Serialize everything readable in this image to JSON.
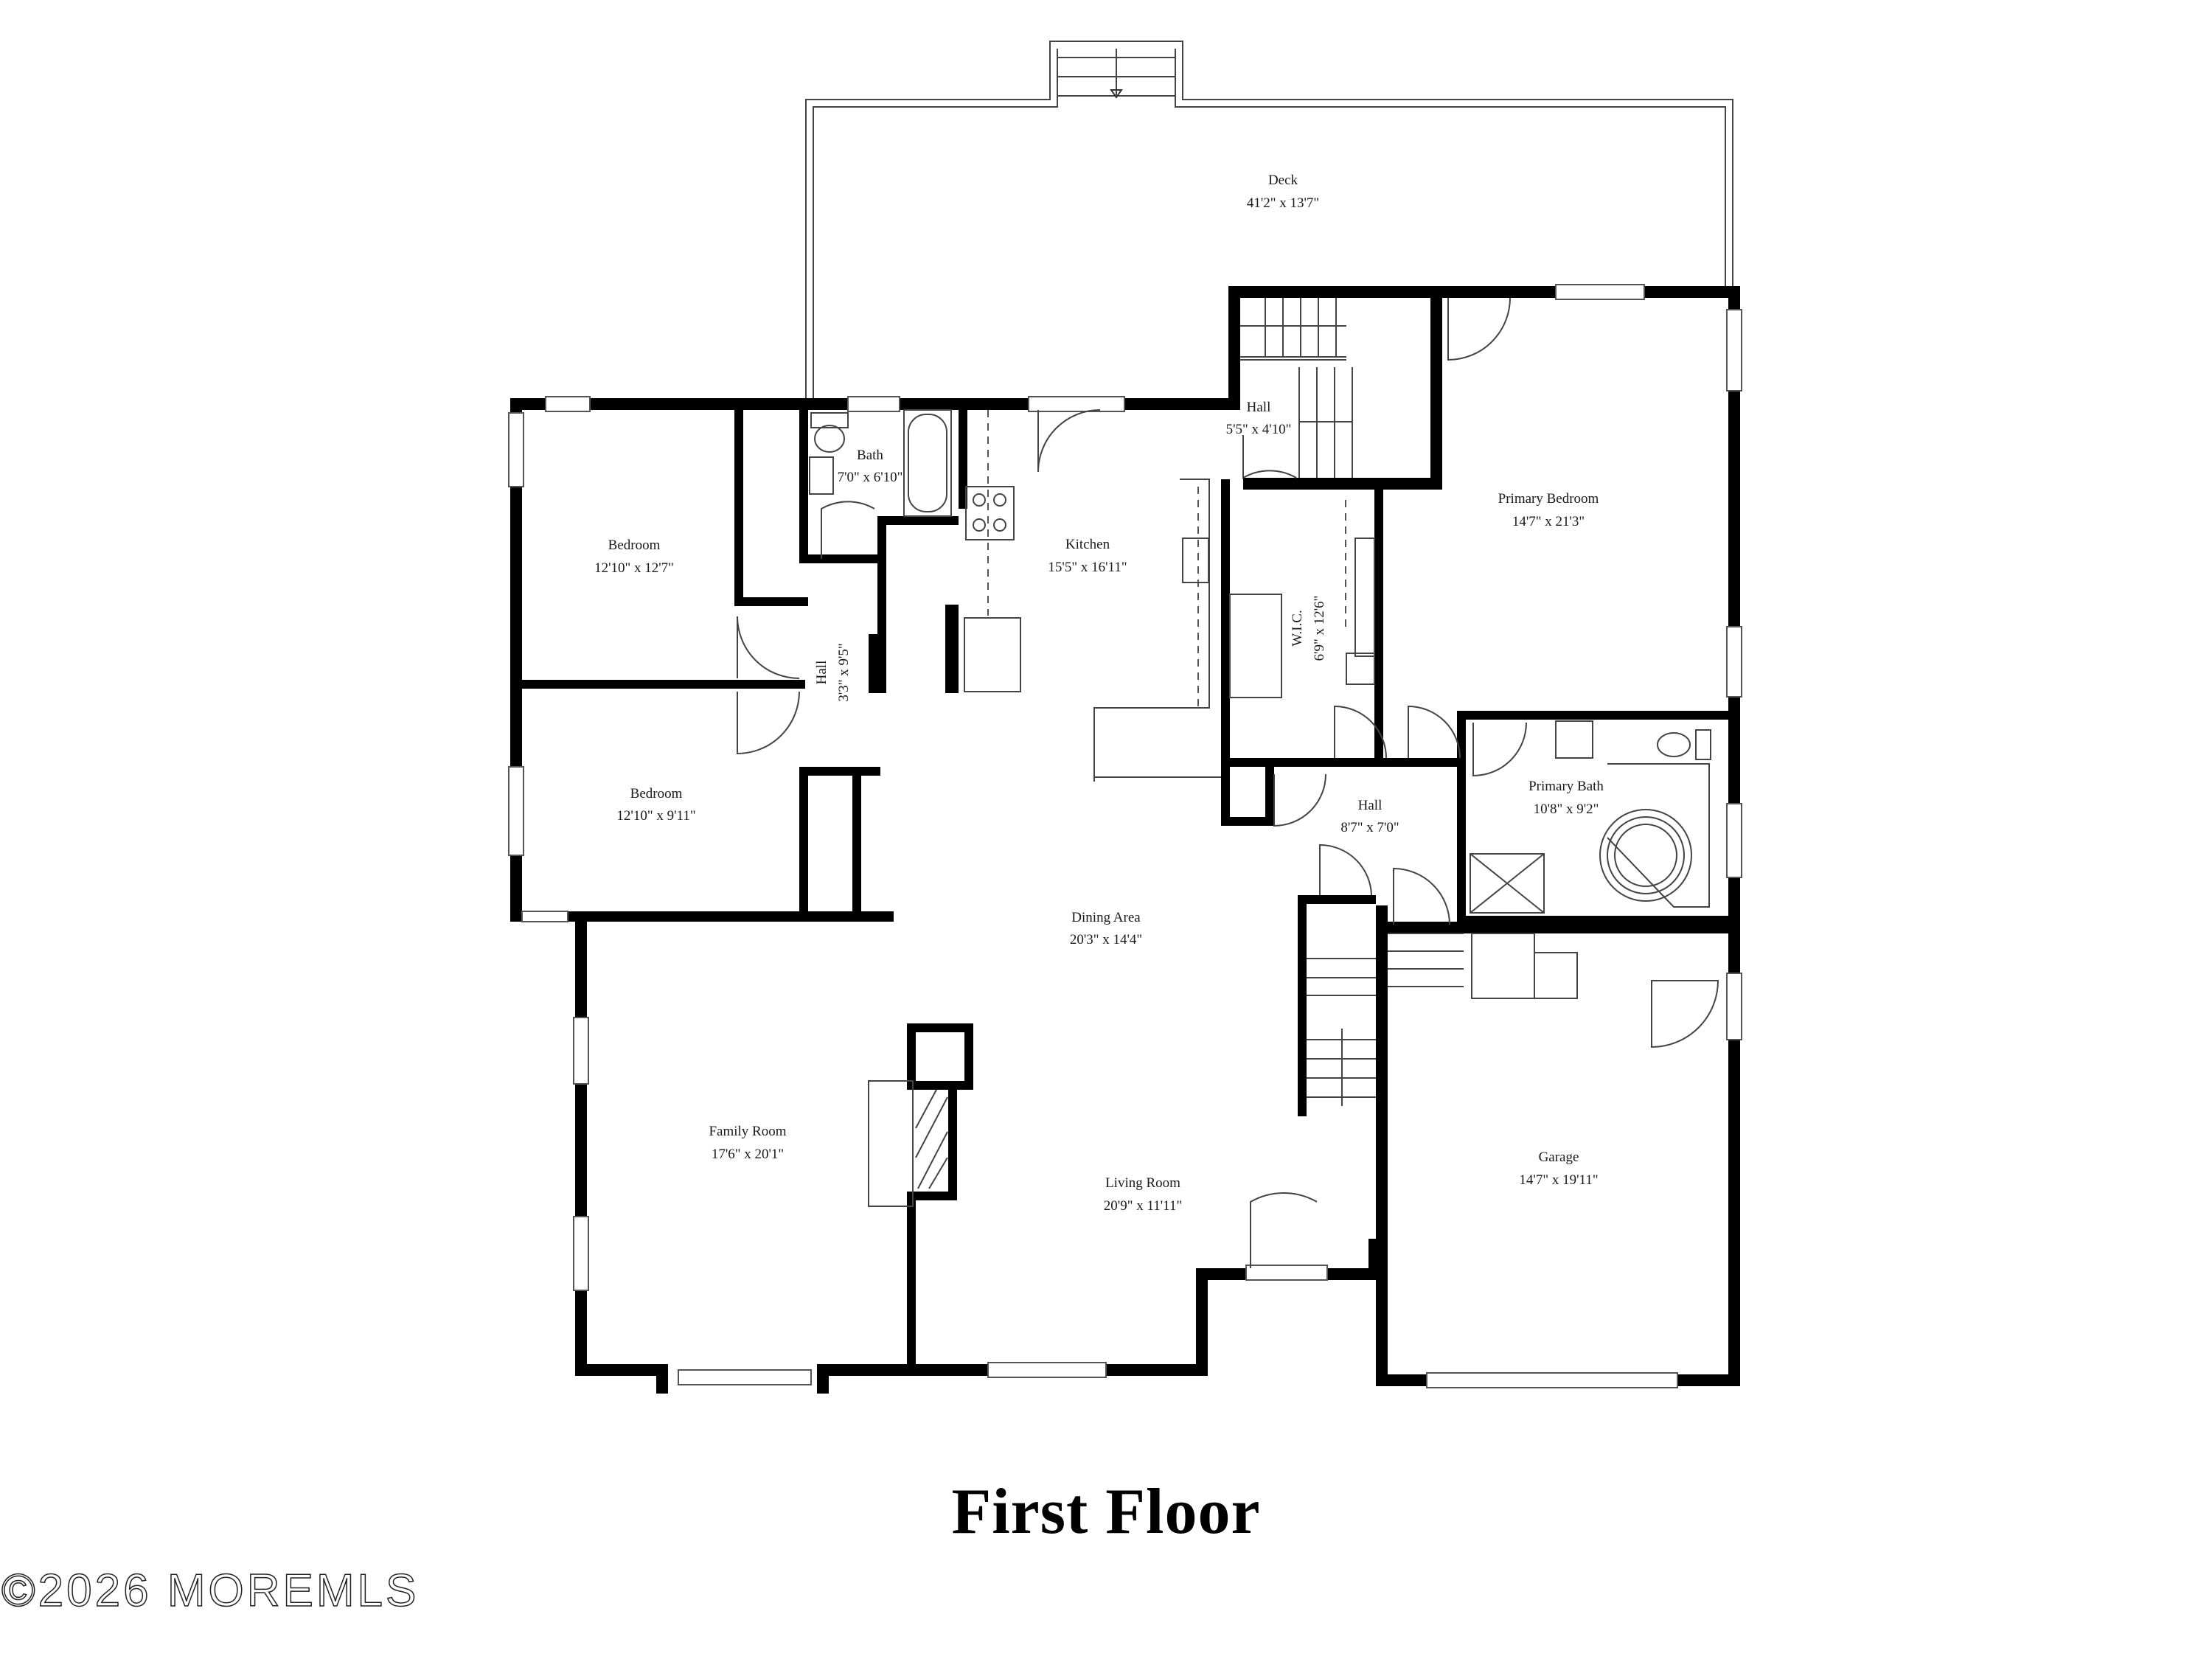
{
  "title": "First Floor",
  "watermark": "©2026 MOREMLS",
  "colors": {
    "walls": "#000000",
    "lines": "#333333",
    "background": "#ffffff"
  },
  "rooms": {
    "deck": {
      "name": "Deck",
      "dims": "41'2\" x 13'7\""
    },
    "bath": {
      "name": "Bath",
      "dims": "7'0\" x 6'10\""
    },
    "hall_stair": {
      "name": "Hall",
      "dims": "5'5\" x 4'10\""
    },
    "primary_bedroom": {
      "name": "Primary Bedroom",
      "dims": "14'7\" x 21'3\""
    },
    "bedroom_1": {
      "name": "Bedroom",
      "dims": "12'10\" x 12'7\""
    },
    "kitchen": {
      "name": "Kitchen",
      "dims": "15'5\" x 16'11\""
    },
    "hall_small": {
      "name": "Hall",
      "dims": "3'3\" x 9'5\""
    },
    "wic": {
      "name": "W.I.C.",
      "dims": "6'9\" x 12'6\""
    },
    "bedroom_2": {
      "name": "Bedroom",
      "dims": "12'10\" x 9'11\""
    },
    "hall_center": {
      "name": "Hall",
      "dims": "8'7\" x 7'0\""
    },
    "primary_bath": {
      "name": "Primary Bath",
      "dims": "10'8\" x 9'2\""
    },
    "dining": {
      "name": "Dining Area",
      "dims": "20'3\" x 14'4\""
    },
    "family_room": {
      "name": "Family Room",
      "dims": "17'6\" x 20'1\""
    },
    "garage": {
      "name": "Garage",
      "dims": "14'7\" x 19'11\""
    },
    "living_room": {
      "name": "Living Room",
      "dims": "20'9\" x 11'11\""
    }
  }
}
